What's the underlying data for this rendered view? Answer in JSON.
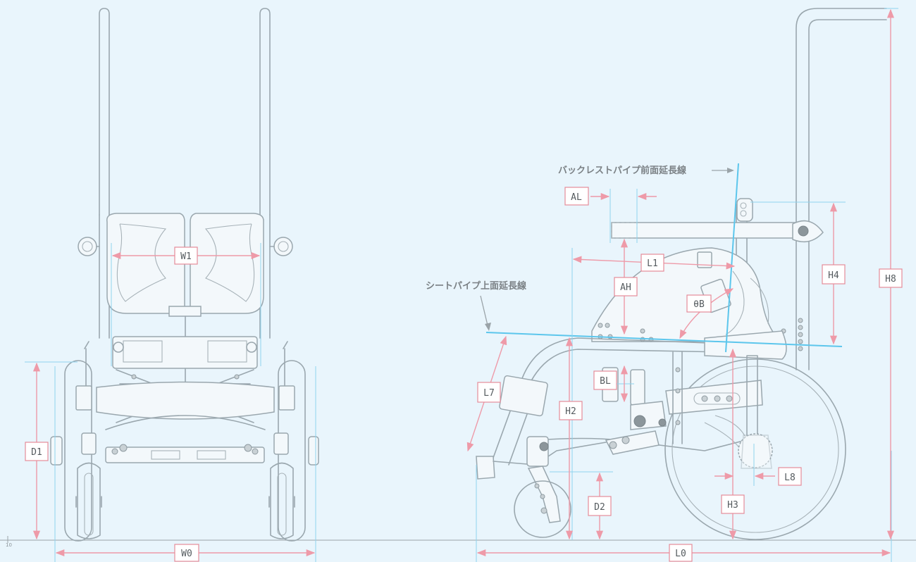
{
  "labels": {
    "W1": "W1",
    "W0": "W0",
    "D1": "D1",
    "AL": "AL",
    "L1": "L1",
    "AH": "AH",
    "H4": "H4",
    "H8": "H8",
    "theta_B": "θB",
    "L7": "L7",
    "BL": "BL",
    "H2": "H2",
    "D2": "D2",
    "H3": "H3",
    "L8": "L8",
    "L0": "L0"
  },
  "annotations": {
    "backrest_line": "バックレストパイプ前面延長線",
    "seat_line": "シートパイプ上面延長線"
  },
  "axis": {
    "origin_mark": "10"
  },
  "colors": {
    "background": "#e9f5fc",
    "frame": "#9aa7ae",
    "guide": "#8fd3ee",
    "dimension": "#ee9aa8"
  }
}
